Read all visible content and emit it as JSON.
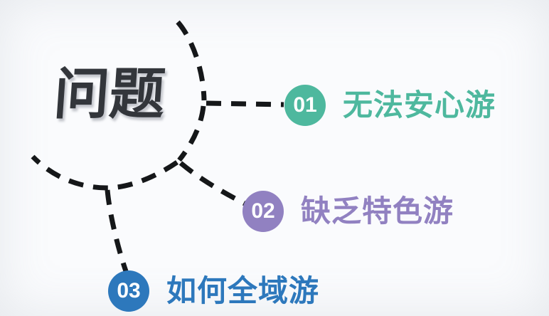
{
  "background": "#fafbfd",
  "title": {
    "text": "问题",
    "color": "#33363b"
  },
  "connector": {
    "color": "#151719"
  },
  "items": [
    {
      "number": "01",
      "label": "无法安心游",
      "color": "#4eb89e",
      "number_color": "#ffffff"
    },
    {
      "number": "02",
      "label": "缺乏特色游",
      "color": "#9181c1",
      "number_color": "#ffffff"
    },
    {
      "number": "03",
      "label": "如何全域游",
      "color": "#2d78bc",
      "number_color": "#ffffff"
    }
  ]
}
